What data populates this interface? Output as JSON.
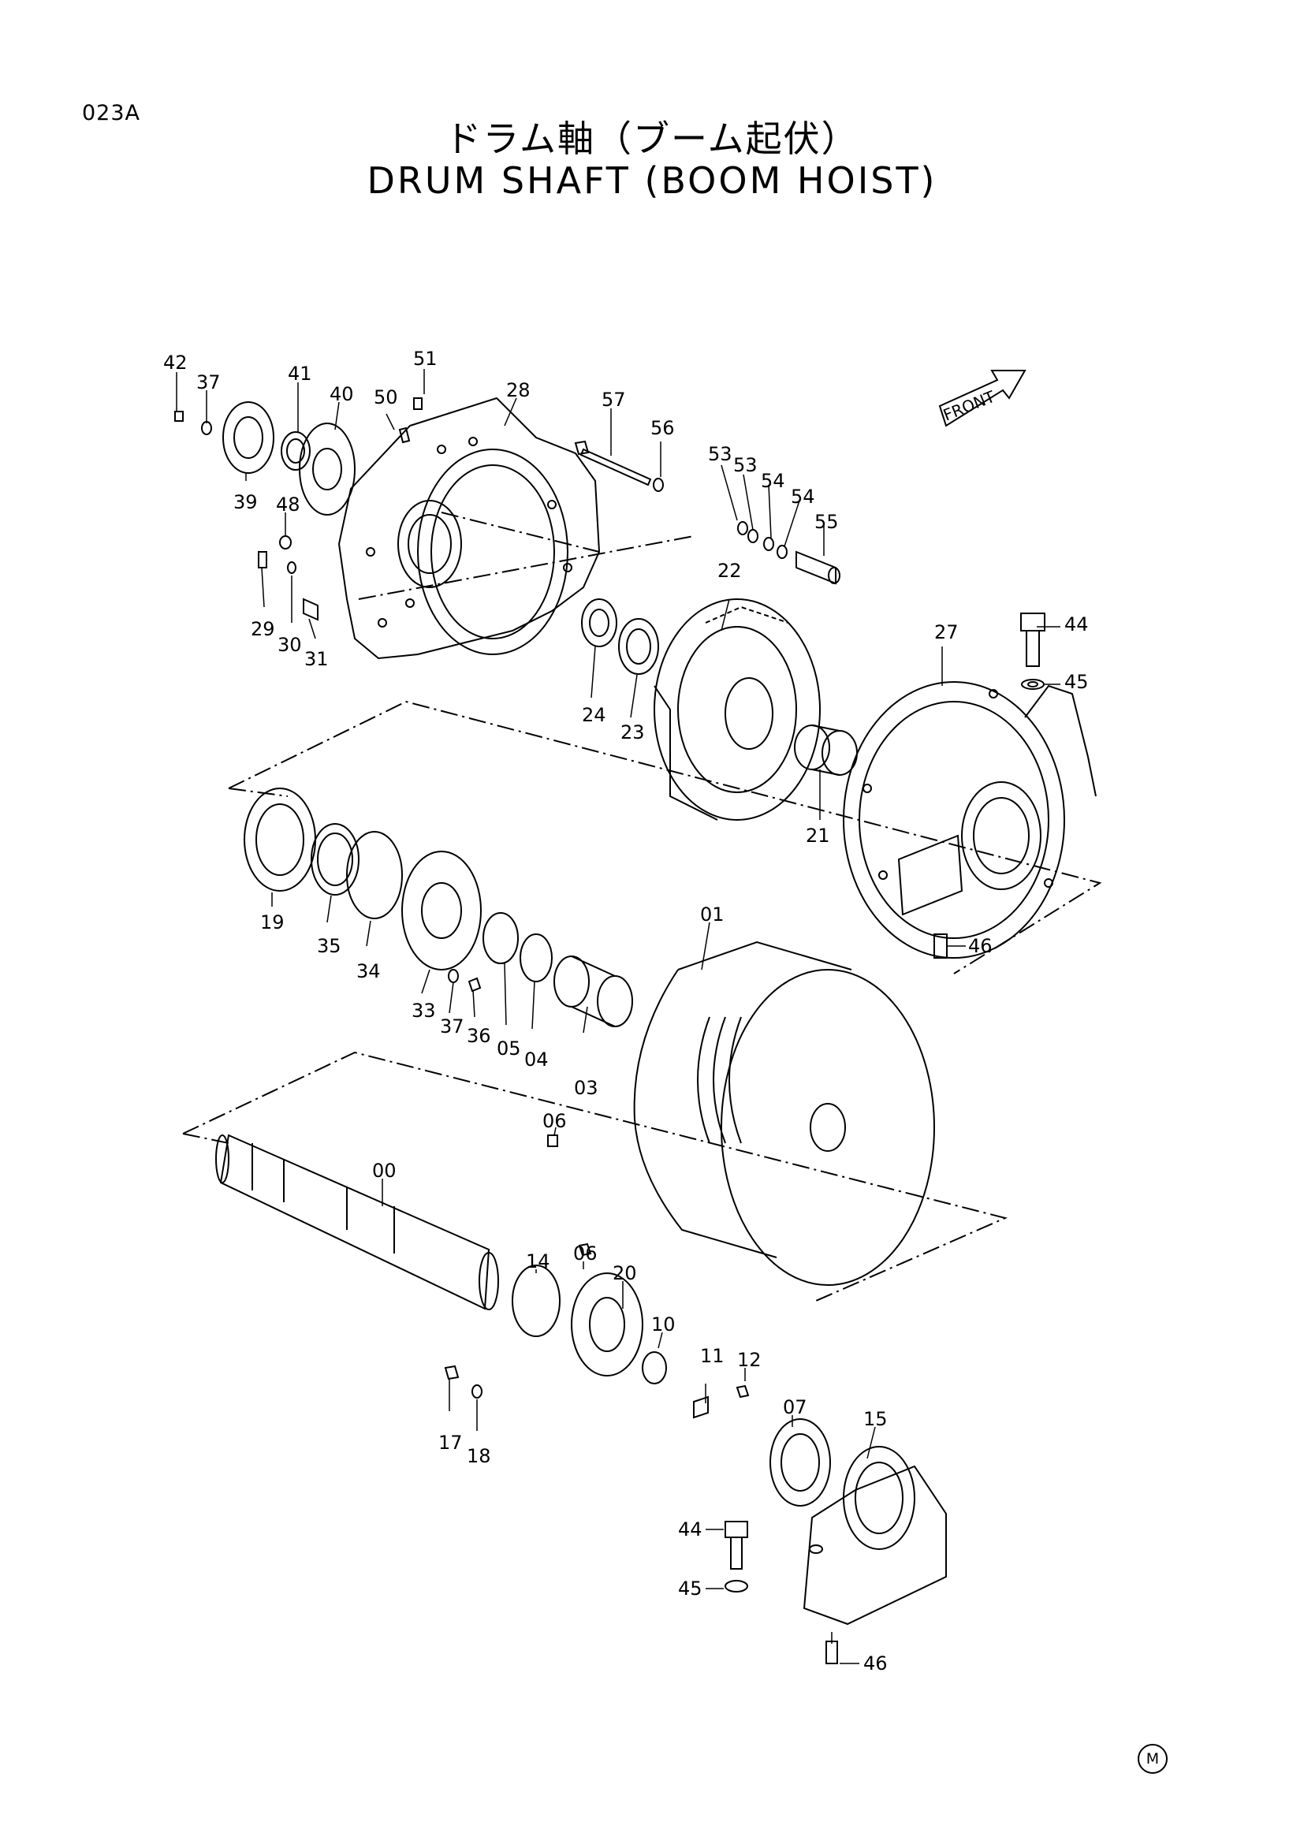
{
  "page_code": "023A",
  "title_ja": "ドラム軸（ブーム起伏）",
  "title_en": "DRUM SHAFT (BOOM HOIST)",
  "front_label": "FRONT",
  "corner_mark": "M",
  "part_labels": [
    "42",
    "37",
    "41",
    "40",
    "51",
    "50",
    "28",
    "57",
    "56",
    "53",
    "53",
    "54",
    "54",
    "55",
    "39",
    "48",
    "29",
    "30",
    "31",
    "22",
    "24",
    "23",
    "44",
    "45",
    "27",
    "21",
    "19",
    "35",
    "34",
    "33",
    "37",
    "36",
    "05",
    "04",
    "01",
    "03",
    "06",
    "46",
    "00",
    "14",
    "06",
    "20",
    "10",
    "11",
    "12",
    "07",
    "15",
    "17",
    "18",
    "44",
    "45",
    "46"
  ]
}
